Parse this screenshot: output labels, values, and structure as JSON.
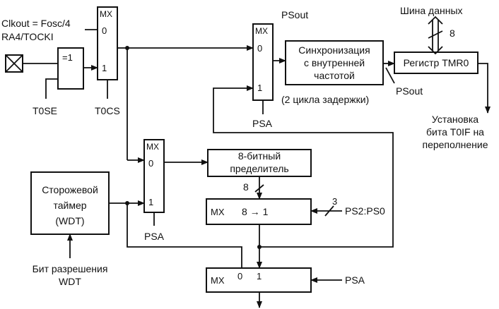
{
  "labels": {
    "clkout": "Clkout = Fosc/4",
    "ra4": "RA4/TOCKI",
    "xor": "=1",
    "t0se": "T0SE",
    "t0cs": "T0CS",
    "mux": "MX",
    "in0": "0",
    "in1": "1",
    "psout_top": "PSout",
    "psout_right": "PSout",
    "sync_line1": "Синхронизация",
    "sync_line2": "с внутренней",
    "sync_line3": "частотой",
    "delay": "(2 цикла задержки)",
    "psa": "PSA",
    "bus": "Шина данных",
    "bus_width": "8",
    "tmr0": "Регистр TMR0",
    "overflow_line1": "Установка",
    "overflow_line2": "бита T0IF на",
    "overflow_line3": "переполнение",
    "prescaler_line1": "8-битный",
    "prescaler_line2": "пределитель",
    "wdt_line1": "Сторожевой",
    "wdt_line2": "таймер",
    "wdt_line3": "(WDT)",
    "wdt_enable_line1": "Бит разрешения",
    "wdt_enable_line2": "WDT",
    "mux8_label": "MX",
    "mux8_ratio": "8 → 1",
    "bits8": "8",
    "bits3": "3",
    "ps_sel": "PS2:PS0"
  }
}
